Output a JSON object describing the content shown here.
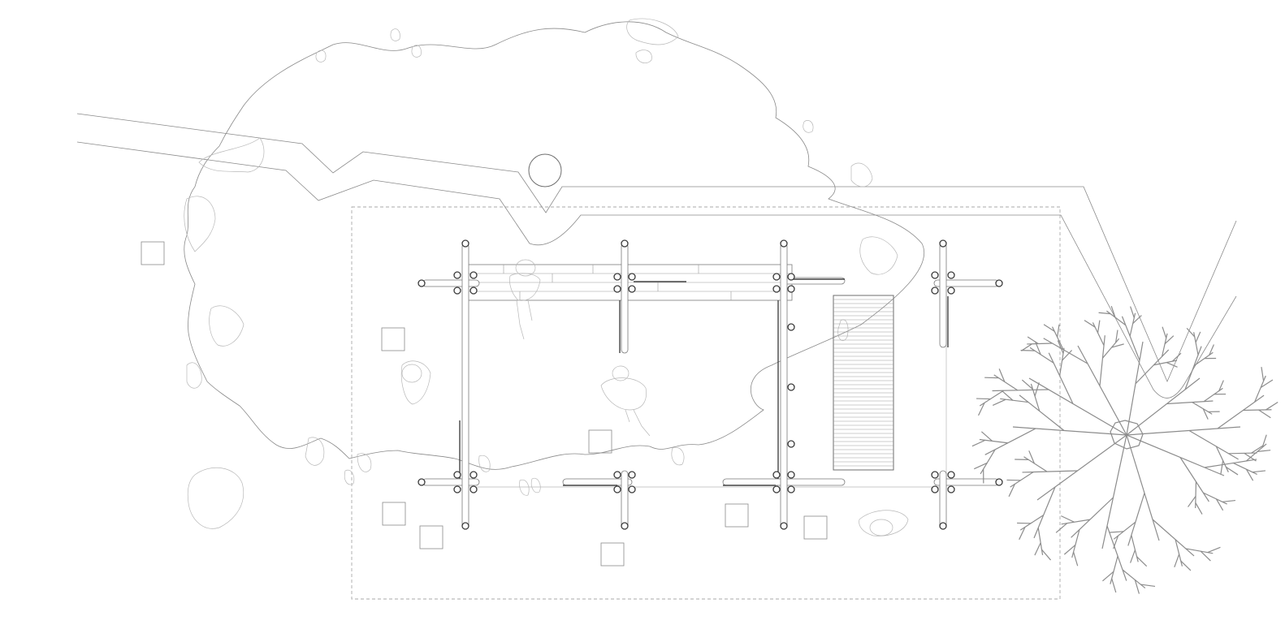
{
  "drawing": {
    "type": "architectural-site-plan",
    "view": "top-down",
    "elements": [
      "tree-canopy",
      "path",
      "pavilion-structure",
      "bamboo-posts",
      "slatted-platform",
      "stepping-stones",
      "people-figures",
      "bare-tree",
      "site-boundary"
    ]
  },
  "colors": {
    "background": "#ffffff",
    "line": "#8a8a8a",
    "structure": "#3a3a3a"
  }
}
